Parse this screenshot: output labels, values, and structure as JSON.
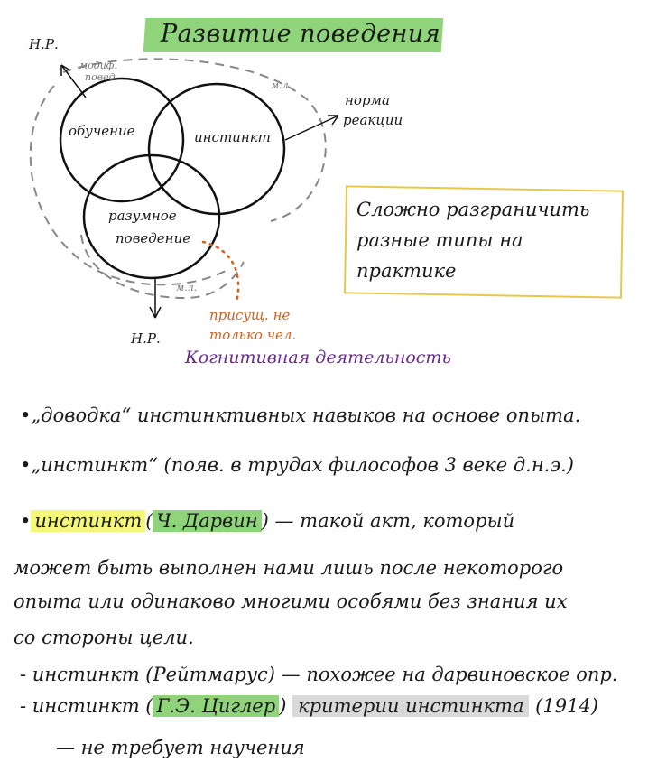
{
  "title": "Развитие поведения",
  "venn": {
    "left": "обучение",
    "right": "инстинкт",
    "bottom_line1": "разумное",
    "bottom_line2": "поведение",
    "np_top": "Н.Р.",
    "np_bottom": "Н.Р.",
    "modif_line1": "модиф.",
    "modif_line2": "повед.",
    "ml_top": "м.л.",
    "ml_bottom": "м.л.",
    "norma_line1": "норма",
    "norma_line2": "реакции"
  },
  "note_box": {
    "line1": "Сложно разграничить",
    "line2": "разные типы на",
    "line3": "практике"
  },
  "orange_note": {
    "line1": "присущ. не",
    "line2": "только чел."
  },
  "cognitive": "Когнитивная деятельность",
  "body": {
    "line1": "•„доводка“ инстинктивных навыков на основе опыта.",
    "line2": "•„инстинкт“ (появ. в трудах философов 3 веке д.н.э.)",
    "line3_bullet": "•",
    "line3_hl_yellow": "инстинкт",
    "line3_paren_open": "(",
    "line3_hl_green": "Ч. Дарвин",
    "line3_rest": ") — такой акт, который",
    "line4": "может быть выполнен нами лишь после некоторого",
    "line5": "опыта или одинаково многими особями без знания их",
    "line6": "со стороны цели.",
    "line7": "- инстинкт (Рейтмарус) — похожее на дарвиновское опр.",
    "line8_start": "- инстинкт (",
    "line8_hl_green": "Г.Э. Циглер",
    "line8_close": ")",
    "line8_hl_gray": "критерии инстинкта",
    "line8_year": "(1914)",
    "line9": "— не требует научения"
  }
}
